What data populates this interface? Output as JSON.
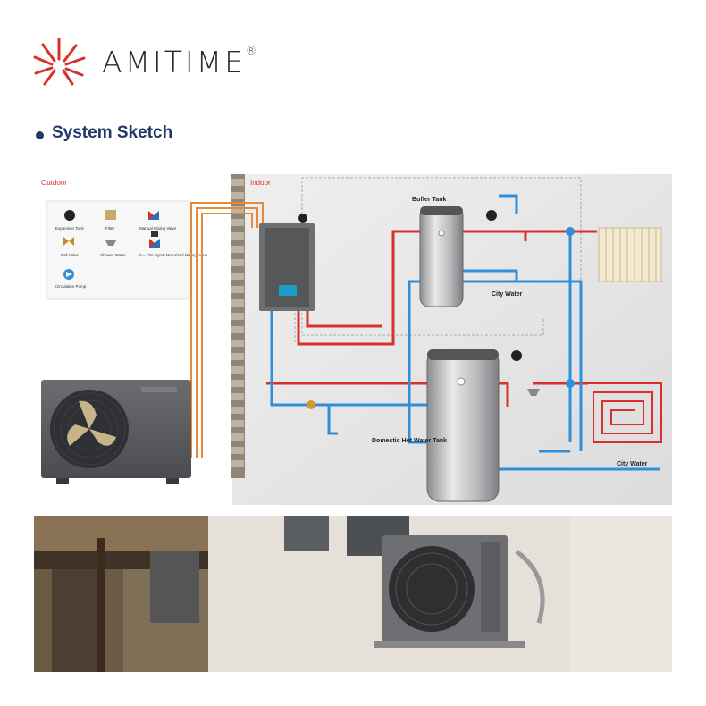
{
  "brand": {
    "name": "AMITIME",
    "registered": "®",
    "color": "#d8312c"
  },
  "section": {
    "title": "System Sketch"
  },
  "sketch": {
    "zone_outdoor": "Outdoor",
    "zone_indoor": "Indoor",
    "legend": [
      {
        "label": "Expansion Tank",
        "icon": "expansion-tank-icon"
      },
      {
        "label": "Filter",
        "icon": "filter-icon"
      },
      {
        "label": "Manual Mixing Valve",
        "icon": "manual-mixing-valve-icon"
      },
      {
        "label": "Ball Valve",
        "icon": "ball-valve-icon"
      },
      {
        "label": "Shower Water",
        "icon": "shower-icon"
      },
      {
        "label": "0 – 10V signal Motorized Mixing Valve",
        "icon": "motorized-valve-icon"
      },
      {
        "label": "Circulation Pump",
        "icon": "circulation-pump-icon"
      }
    ],
    "buffer_tank": "Buffer Tank",
    "city_water_1": "City Water",
    "dhw_tank": "Domestic Hot Water Tank",
    "city_water_2": "City Water",
    "hot_pipe_color": "#d8312c",
    "cold_pipe_color": "#2f8fd8"
  },
  "photos": {
    "left": "photo-outdoor-unit-porch",
    "right": "photo-outdoor-unit-wall-mounted"
  }
}
